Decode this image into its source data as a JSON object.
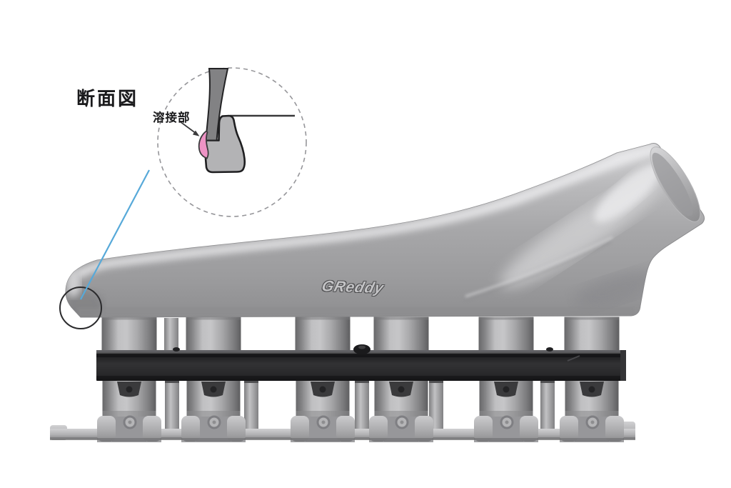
{
  "figure": {
    "heading": "断面図",
    "detail_label": "溶接部",
    "logo_text": "GReddy"
  },
  "colors": {
    "background": "#ffffff",
    "outline": "#1e1e20",
    "weld_pink": "#ee93c5",
    "callout_blue": "#57a9d9",
    "rail_black": "#29292b",
    "text_black": "#1a1a1c",
    "logo_fill": "#c4c4c6",
    "logo_stroke": "#4e4e50"
  }
}
